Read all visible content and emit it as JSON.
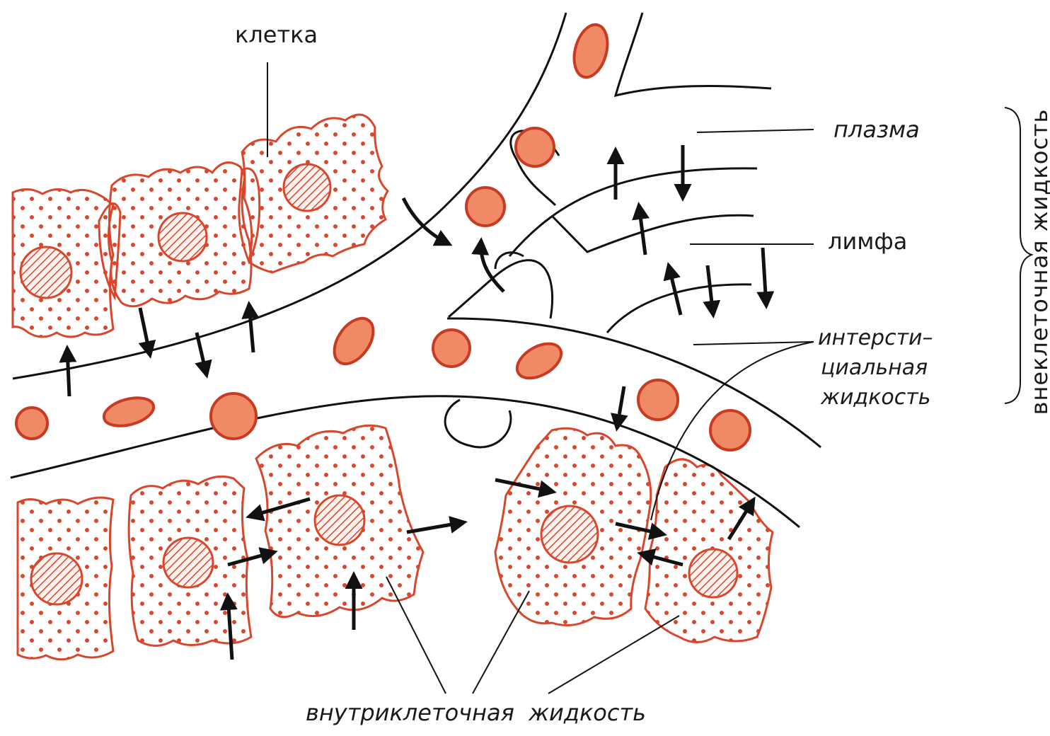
{
  "labels": {
    "cell": "клетка",
    "plasma": "плазма",
    "lymph": "лимфа",
    "interstitial_line1": "интерсти–",
    "interstitial_line2": "циальная",
    "interstitial_line3": "жидкость",
    "extracellular": "внеклеточная жидкость",
    "intracellular": "внутриклеточная  жидкость"
  },
  "colors": {
    "cell_outline": "#d8462c",
    "cell_fill": "#fdf2ee",
    "blood_cell_fill": "#f08a66",
    "blood_cell_outline": "#c83a22",
    "vessel_line": "#111111",
    "arrow": "#111111"
  }
}
